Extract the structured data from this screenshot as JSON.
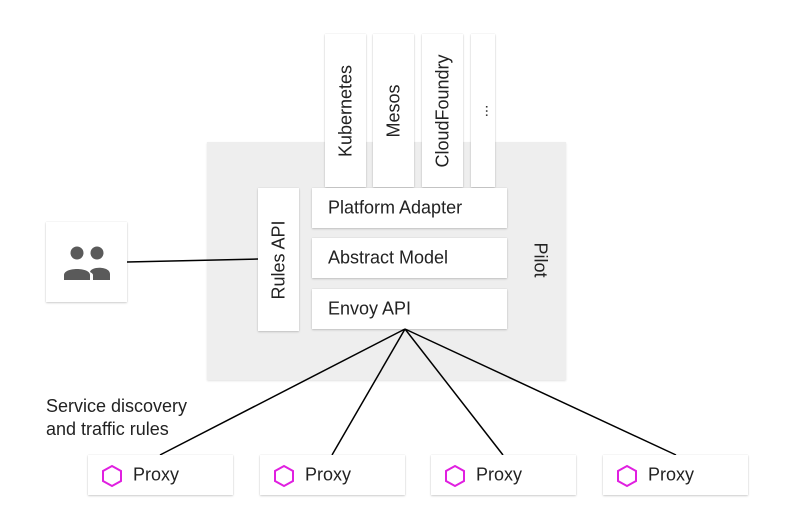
{
  "platforms": [
    "Kubernetes",
    "Mesos",
    "CloudFoundry",
    "..."
  ],
  "pilot": {
    "label": "Pilot",
    "rules_api": "Rules API",
    "platform_adapter": "Platform Adapter",
    "abstract_model": "Abstract Model",
    "envoy_api": "Envoy API"
  },
  "users_icon": "users-icon",
  "note_lines": [
    "Service discovery",
    "and traffic rules"
  ],
  "proxies": [
    "Proxy",
    "Proxy",
    "Proxy",
    "Proxy"
  ],
  "colors": {
    "proxy_icon": "#e020e0",
    "pilot_bg": "#eeeeee"
  }
}
